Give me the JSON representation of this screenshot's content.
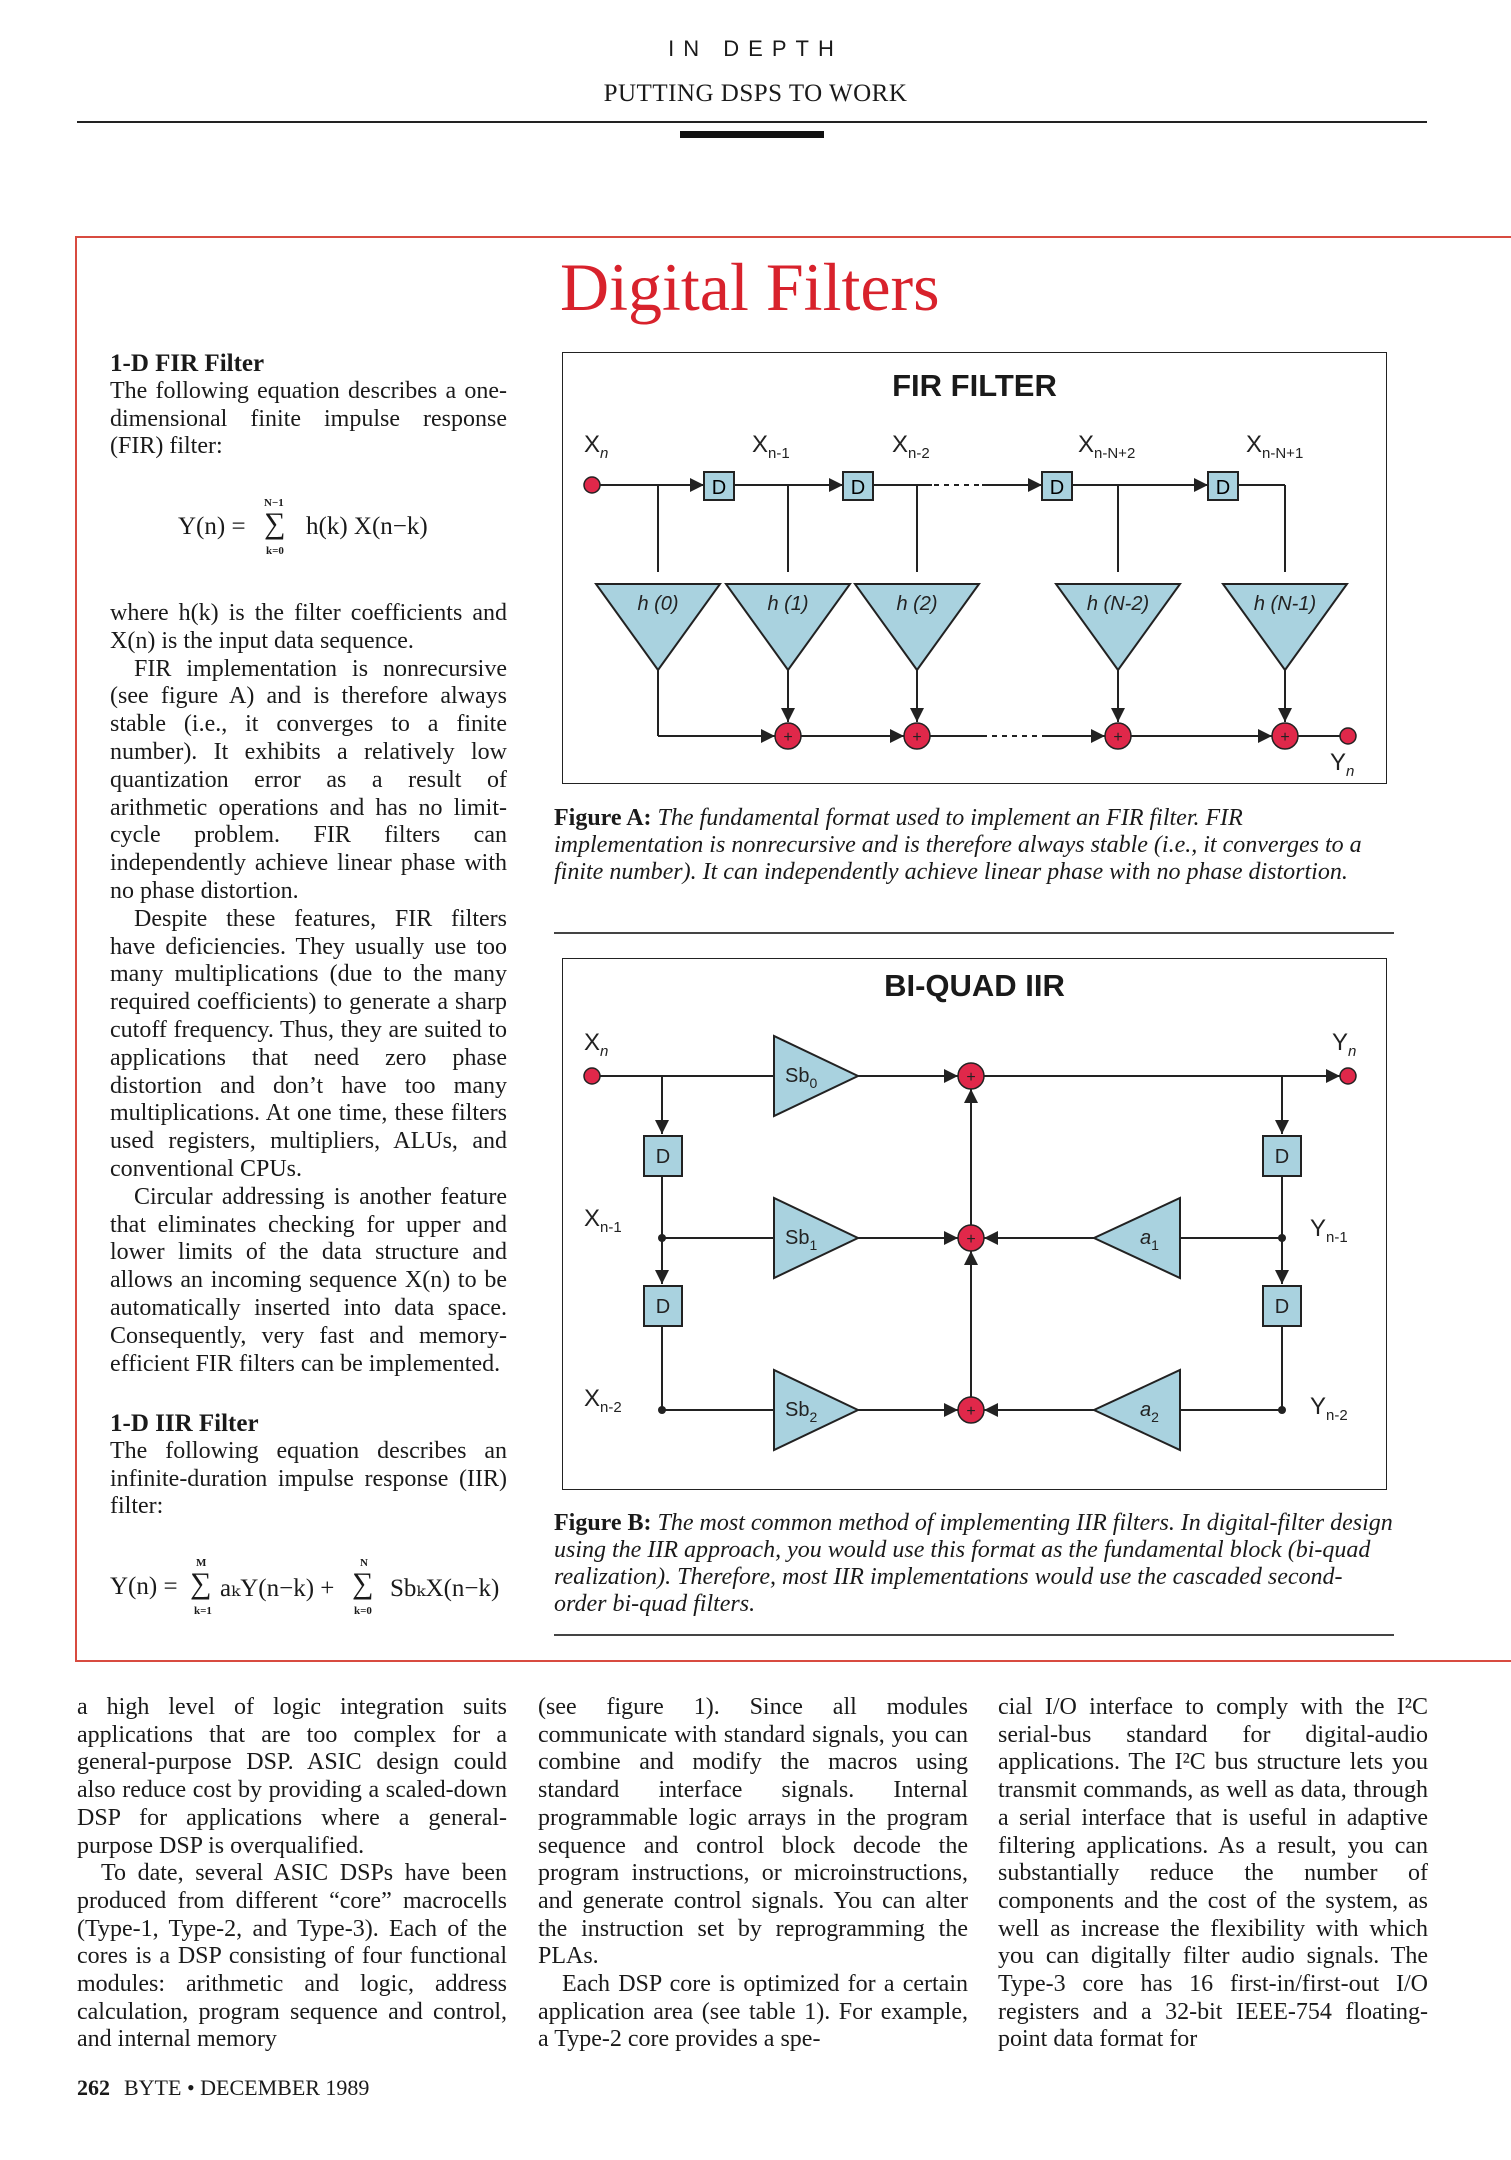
{
  "header": {
    "section": "IN DEPTH",
    "running_title": "PUTTING DSPS TO WORK"
  },
  "sidebar": {
    "title": "Digital Filters",
    "fir": {
      "heading": "1-D FIR Filter",
      "intro": "The following equation describes a one-dimensional finite impulse response (FIR) filter:",
      "eq_lhs": "Y(n) =",
      "eq_upper": "N−1",
      "eq_lower": "k=0",
      "eq_term": "h(k) X(n−k)",
      "p1": "where h(k) is the filter coefficients and X(n) is the input data sequence.",
      "p2": "FIR implementation is nonrecursive (see figure A) and is therefore always stable (i.e., it converges to a finite number). It exhibits a relatively low quantization error as a result of arithmetic operations and has no limit-cycle problem. FIR filters can independently achieve linear phase with no phase distortion.",
      "p3": "Despite these features, FIR filters have deficiencies. They usually use too many multiplications (due to the many required coefficients) to generate a sharp cutoff frequency. Thus, they are suited to applications that need zero phase distortion and don’t have too many multiplications. At one time, these filters used registers, multipliers, ALUs, and conventional CPUs.",
      "p4": "Circular addressing is another feature that eliminates checking for upper and lower limits of the data structure and allows an incoming sequence X(n) to be automatically inserted into data space. Consequently, very fast and memory-efficient FIR filters can be implemented."
    },
    "iir": {
      "heading": "1-D IIR Filter",
      "intro": "The following equation describes an infinite-duration impulse response (IIR) filter:",
      "eq_lhs": "Y(n) =",
      "eq_upper1": "M",
      "eq_lower1": "k=1",
      "eq_term1": "aₖY(n−k) +",
      "eq_upper2": "N",
      "eq_lower2": "k=0",
      "eq_term2": "SbₖX(n−k)"
    }
  },
  "figure_a": {
    "title": "FIR FILTER",
    "input_label": "X",
    "input_sub": "n",
    "tap_labels": [
      "X",
      "X",
      "X",
      "X"
    ],
    "tap_subs": [
      "n-1",
      "n-2",
      "n-N+2",
      "n-N+1"
    ],
    "delay_label": "D",
    "coef_labels": [
      "h (0)",
      "h (1)",
      "h (2)",
      "h (N-2)",
      "h (N-1)"
    ],
    "adder_label": "+",
    "output_label": "Y",
    "output_sub": "n",
    "caption_label": "Figure A:",
    "caption_text": "The fundamental format used to implement an FIR filter. FIR implementation is nonrecursive and is therefore always stable (i.e., it converges to a finite number). It can independently achieve linear phase with no phase distortion."
  },
  "figure_b": {
    "title": "BI-QUAD IIR",
    "x_labels": [
      "X",
      "X",
      "X"
    ],
    "x_subs": [
      "n",
      "n-1",
      "n-2"
    ],
    "y_labels": [
      "Y",
      "Y",
      "Y"
    ],
    "y_subs": [
      "n",
      "n-1",
      "n-2"
    ],
    "delay_label": "D",
    "sb_labels": [
      "Sb",
      "Sb",
      "Sb"
    ],
    "sb_subs": [
      "0",
      "1",
      "2"
    ],
    "a_labels": [
      "a",
      "a"
    ],
    "a_subs": [
      "1",
      "2"
    ],
    "adder_label": "+",
    "caption_label": "Figure B:",
    "caption_text": "The most common method of implementing IIR filters. In digital-filter design using the IIR approach, you would use this format as the fundamental block (bi-quad realization). Therefore, most IIR implementations would use the cascaded second-order bi-quad filters."
  },
  "body": {
    "col1_p1": "a high level of logic integration suits applications that are too complex for a general-purpose DSP. ASIC design could also reduce cost by providing a scaled-down DSP for applications where a general-purpose DSP is overqualified.",
    "col1_p2": "To date, several ASIC DSPs have been produced from different “core” macrocells (Type-1, Type-2, and Type-3). Each of the cores is a DSP consisting of four functional modules: arithmetic and logic, address calculation, program sequence and control, and internal memory",
    "col2_p1": "(see figure 1). Since all modules communicate with standard signals, you can combine and modify the macros using standard interface signals. Internal programmable logic arrays in the program sequence and control block decode the program instructions, or microinstructions, and generate control signals. You can alter the instruction set by reprogramming the PLAs.",
    "col2_p2": "Each DSP core is optimized for a certain application area (see table 1). For example, a Type-2 core provides a spe-",
    "col3_p1": "cial I/O interface to comply with the I²C serial-bus standard for digital-audio applications. The I²C bus structure lets you transmit commands, as well as data, through a serial interface that is useful in adaptive filtering applications. As a result, you can substantially reduce the number of components and the cost of the system, as well as increase the flexibility with which you can digitally filter audio signals. The Type-3 core has 16 first-in/first-out I/O registers and a 32-bit IEEE-754 floating-point data format for"
  },
  "footer": {
    "page": "262",
    "publication": "BYTE • DECEMBER 1989"
  },
  "colors": {
    "accent_red": "#d8222c",
    "frame_red": "#d84b40",
    "block_blue": "#a9d2df",
    "adder_red": "#e0284a"
  }
}
